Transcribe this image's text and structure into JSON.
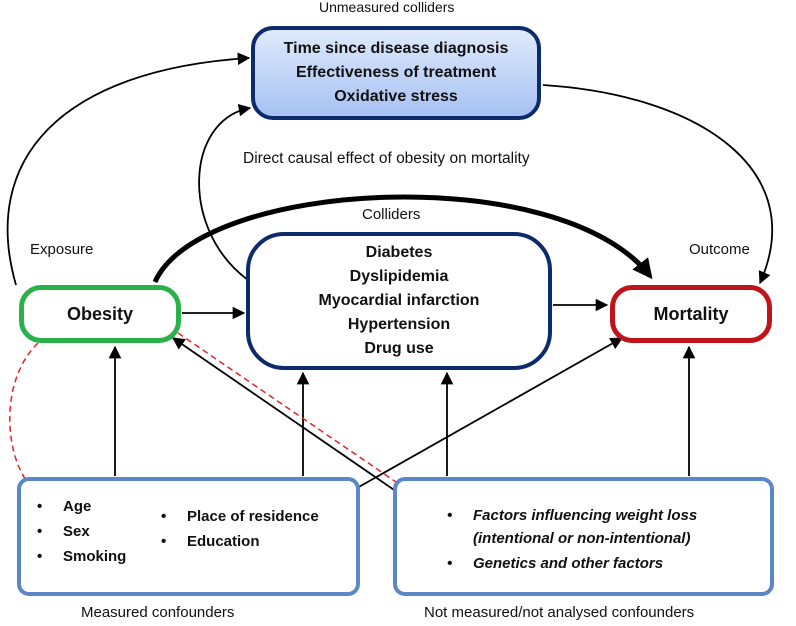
{
  "labels": {
    "unmeasured_colliders": "Unmeasured colliders",
    "direct_effect": "Direct causal effect of obesity on mortality",
    "colliders": "Colliders",
    "exposure": "Exposure",
    "outcome": "Outcome",
    "measured_confounders": "Measured confounders",
    "not_measured_confounders": "Not measured/not analysed confounders"
  },
  "unmeasured_box": {
    "lines": [
      "Time since disease diagnosis",
      "Effectiveness of treatment",
      "Oxidative stress"
    ]
  },
  "colliders_box": {
    "lines": [
      "Diabetes",
      "Dyslipidemia",
      "Myocardial infarction",
      "Hypertension",
      "Drug use"
    ]
  },
  "obesity": "Obesity",
  "mortality": "Mortality",
  "measured_box": {
    "left_items": [
      "Age",
      "Sex",
      "Smoking"
    ],
    "right_items": [
      "Place of residence",
      "Education"
    ]
  },
  "not_measured_box": {
    "items": [
      "Factors influencing weight loss",
      "(intentional or non-intentional)",
      "Genetics and other factors"
    ]
  },
  "bullet": "•",
  "colors": {
    "obesity_border": "#2bb14a",
    "mortality_border": "#c0141b",
    "collider_border": "#0d2a6b",
    "confounder_border": "#5b86c8",
    "dashed_line": "#e0242a",
    "arrow": "#000000"
  }
}
